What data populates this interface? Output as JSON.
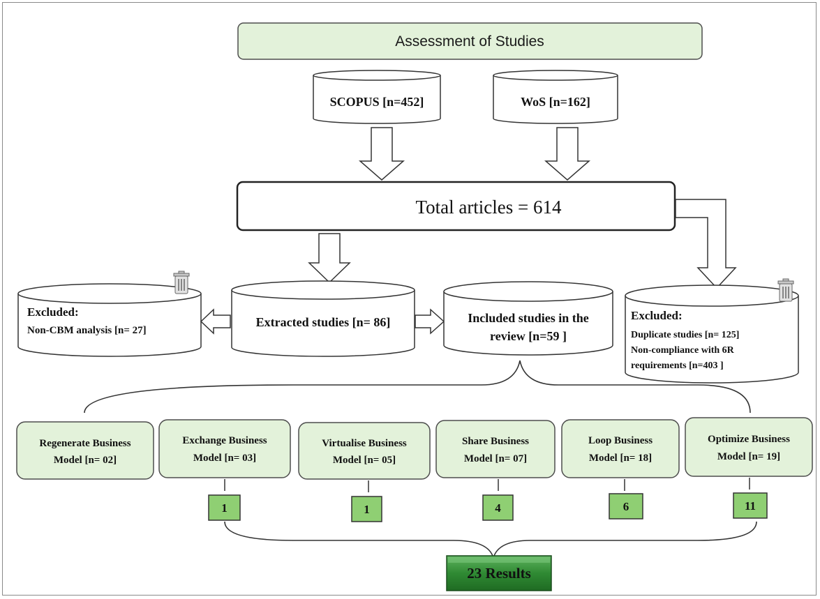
{
  "header": {
    "title": "Assessment of Studies"
  },
  "sources": {
    "scopus": "SCOPUS [n=452]",
    "wos": "WoS [n=162]"
  },
  "total": "Total articles = 614",
  "extracted": "Extracted studies [n= 86]",
  "excluded_left": {
    "title": "Excluded:",
    "line1": "Non-CBM analysis [n= 27]",
    "icon": "trash-icon"
  },
  "included": {
    "line1": "Included studies in the",
    "line2": "review [n=59 ]"
  },
  "excluded_right": {
    "title": "Excluded:",
    "line1": "Duplicate studies [n= 125]",
    "line2": "Non-compliance with 6R",
    "line3": "requirements [n=403 ]",
    "icon": "trash-icon"
  },
  "models": [
    {
      "line1": "Regenerate Business",
      "line2": "Model [n= 02]"
    },
    {
      "line1": "Exchange Business",
      "line2": "Model [n= 03]"
    },
    {
      "line1": "Virtualise  Business",
      "line2": "Model [n= 05]"
    },
    {
      "line1": "Share  Business",
      "line2": "Model [n= 07]"
    },
    {
      "line1": "Loop  Business",
      "line2": "Model [n= 18]"
    },
    {
      "line1": "Optimize  Business",
      "line2": "Model [n= 19]"
    }
  ],
  "counts": [
    "1",
    "1",
    "4",
    "6",
    "11"
  ],
  "result": "23 Results",
  "colors": {
    "box_green": "#e3f2da",
    "box_border": "#4d4d4d",
    "count_green": "#8fcf73",
    "result_green": "#2f8a33"
  }
}
